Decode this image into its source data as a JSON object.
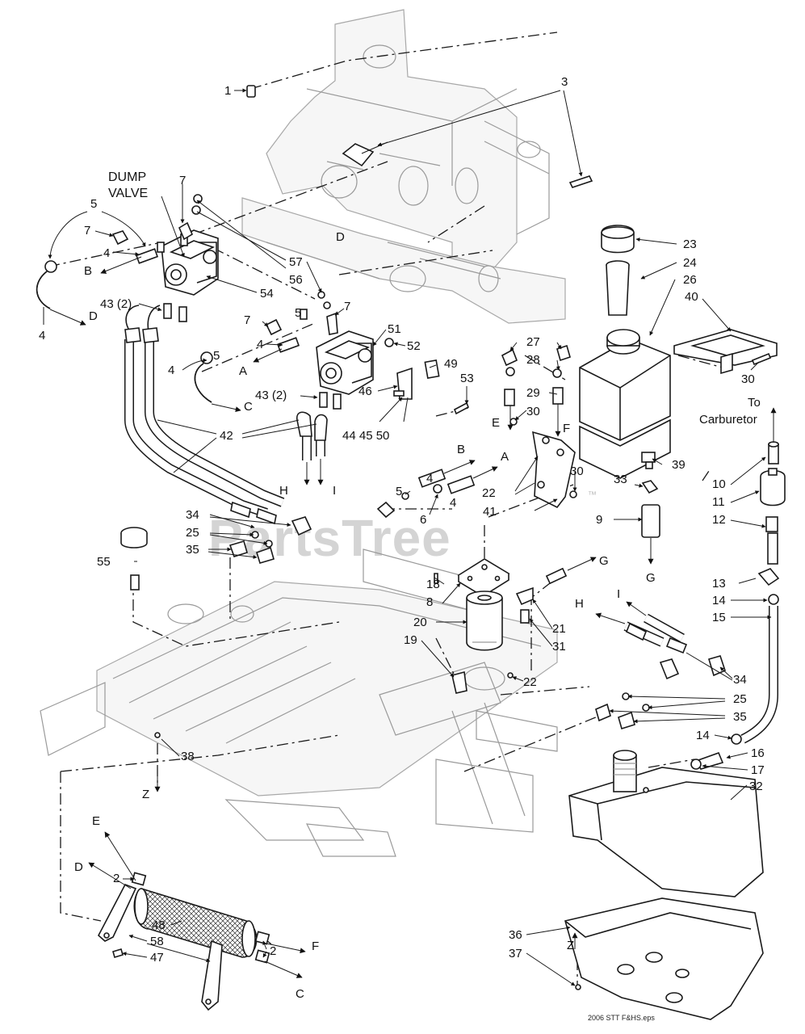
{
  "watermark": "PartsTree",
  "watermark_tm": "™",
  "file_label": "2006 STT F&HS.eps",
  "labels": {
    "dump_valve_1": "DUMP",
    "dump_valve_2": "VALVE",
    "to_carb_1": "To",
    "to_carb_2": "Carburetor"
  },
  "callouts": [
    {
      "id": "c1",
      "text": "1"
    },
    {
      "id": "c3",
      "text": "3"
    },
    {
      "id": "c7a",
      "text": "7"
    },
    {
      "id": "c5a",
      "text": "5"
    },
    {
      "id": "c7b",
      "text": "7"
    },
    {
      "id": "c4a",
      "text": "4"
    },
    {
      "id": "c4b",
      "text": "4"
    },
    {
      "id": "c43a",
      "text": "43 (2)"
    },
    {
      "id": "c56",
      "text": "56"
    },
    {
      "id": "c57",
      "text": "57"
    },
    {
      "id": "c54",
      "text": "54"
    },
    {
      "id": "c5b",
      "text": "5"
    },
    {
      "id": "c7c",
      "text": "7"
    },
    {
      "id": "c7d",
      "text": "7"
    },
    {
      "id": "c51",
      "text": "51"
    },
    {
      "id": "c52",
      "text": "52"
    },
    {
      "id": "c4c",
      "text": "4"
    },
    {
      "id": "c5c",
      "text": "5"
    },
    {
      "id": "c4d",
      "text": "4"
    },
    {
      "id": "c43b",
      "text": "43 (2)"
    },
    {
      "id": "c46",
      "text": "46"
    },
    {
      "id": "c49",
      "text": "49"
    },
    {
      "id": "c53",
      "text": "53"
    },
    {
      "id": "c44",
      "text": "44 45 50"
    },
    {
      "id": "c42",
      "text": "42"
    },
    {
      "id": "c23",
      "text": "23"
    },
    {
      "id": "c24",
      "text": "24"
    },
    {
      "id": "c26",
      "text": "26"
    },
    {
      "id": "c40",
      "text": "40"
    },
    {
      "id": "c27",
      "text": "27"
    },
    {
      "id": "c28",
      "text": "28"
    },
    {
      "id": "c29",
      "text": "29"
    },
    {
      "id": "c30a",
      "text": "30"
    },
    {
      "id": "c30b",
      "text": "30"
    },
    {
      "id": "c30c",
      "text": "30"
    },
    {
      "id": "c22a",
      "text": "22"
    },
    {
      "id": "c41",
      "text": "41"
    },
    {
      "id": "c39",
      "text": "39"
    },
    {
      "id": "c33",
      "text": "33"
    },
    {
      "id": "c9",
      "text": "9"
    },
    {
      "id": "c10",
      "text": "10"
    },
    {
      "id": "c11",
      "text": "11"
    },
    {
      "id": "c12",
      "text": "12"
    },
    {
      "id": "c13",
      "text": "13"
    },
    {
      "id": "c14a",
      "text": "14"
    },
    {
      "id": "c15",
      "text": "15"
    },
    {
      "id": "c4e",
      "text": "4"
    },
    {
      "id": "c5d",
      "text": "5"
    },
    {
      "id": "c6",
      "text": "6"
    },
    {
      "id": "c4f",
      "text": "4"
    },
    {
      "id": "c34a",
      "text": "34"
    },
    {
      "id": "c25a",
      "text": "25"
    },
    {
      "id": "c35a",
      "text": "35"
    },
    {
      "id": "c55",
      "text": "55"
    },
    {
      "id": "c18",
      "text": "18"
    },
    {
      "id": "c8",
      "text": "8"
    },
    {
      "id": "c20",
      "text": "20"
    },
    {
      "id": "c19",
      "text": "19"
    },
    {
      "id": "c21",
      "text": "21"
    },
    {
      "id": "c31",
      "text": "31"
    },
    {
      "id": "c22b",
      "text": "22"
    },
    {
      "id": "c34b",
      "text": "34"
    },
    {
      "id": "c25b",
      "text": "25"
    },
    {
      "id": "c35b",
      "text": "35"
    },
    {
      "id": "c14b",
      "text": "14"
    },
    {
      "id": "c16",
      "text": "16"
    },
    {
      "id": "c17",
      "text": "17"
    },
    {
      "id": "c32",
      "text": "32"
    },
    {
      "id": "c38",
      "text": "38"
    },
    {
      "id": "c2a",
      "text": "2"
    },
    {
      "id": "c48",
      "text": "48"
    },
    {
      "id": "c58",
      "text": "58"
    },
    {
      "id": "c47",
      "text": "47"
    },
    {
      "id": "c2b",
      "text": "2"
    },
    {
      "id": "c36",
      "text": "36"
    },
    {
      "id": "c37",
      "text": "37"
    }
  ],
  "letters": [
    {
      "id": "lB1",
      "text": "B"
    },
    {
      "id": "lD1",
      "text": "D"
    },
    {
      "id": "lDtop",
      "text": "D"
    },
    {
      "id": "lA1",
      "text": "A"
    },
    {
      "id": "lC1",
      "text": "C"
    },
    {
      "id": "lH1",
      "text": "H"
    },
    {
      "id": "lI1",
      "text": "I"
    },
    {
      "id": "lE1",
      "text": "E"
    },
    {
      "id": "lF1",
      "text": "F"
    },
    {
      "id": "lB2",
      "text": "B"
    },
    {
      "id": "lA2",
      "text": "A"
    },
    {
      "id": "lG1",
      "text": "G"
    },
    {
      "id": "lG2",
      "text": "G"
    },
    {
      "id": "lH2",
      "text": "H"
    },
    {
      "id": "lI2",
      "text": "I"
    },
    {
      "id": "lZ1",
      "text": "Z"
    },
    {
      "id": "lE2",
      "text": "E"
    },
    {
      "id": "lD2",
      "text": "D"
    },
    {
      "id": "lF2",
      "text": "F"
    },
    {
      "id": "lC2",
      "text": "C"
    },
    {
      "id": "lZ2",
      "text": "Z"
    }
  ]
}
